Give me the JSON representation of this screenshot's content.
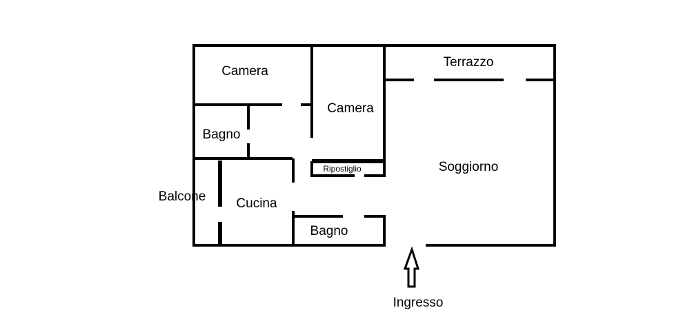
{
  "rooms": {
    "camera_1": "Camera",
    "camera_2": "Camera",
    "terrazzo": "Terrazzo",
    "bagno_1": "Bagno",
    "ripostiglio": "Ripostiglio",
    "soggiorno": "Soggiorno",
    "balcone": "Balcone",
    "cucina": "Cucina",
    "bagno_2": "Bagno",
    "ingresso": "Ingresso"
  },
  "colors": {
    "walls": "#000000",
    "background": "#ffffff"
  },
  "icons": {
    "entrance": "entrance-arrow-icon"
  }
}
